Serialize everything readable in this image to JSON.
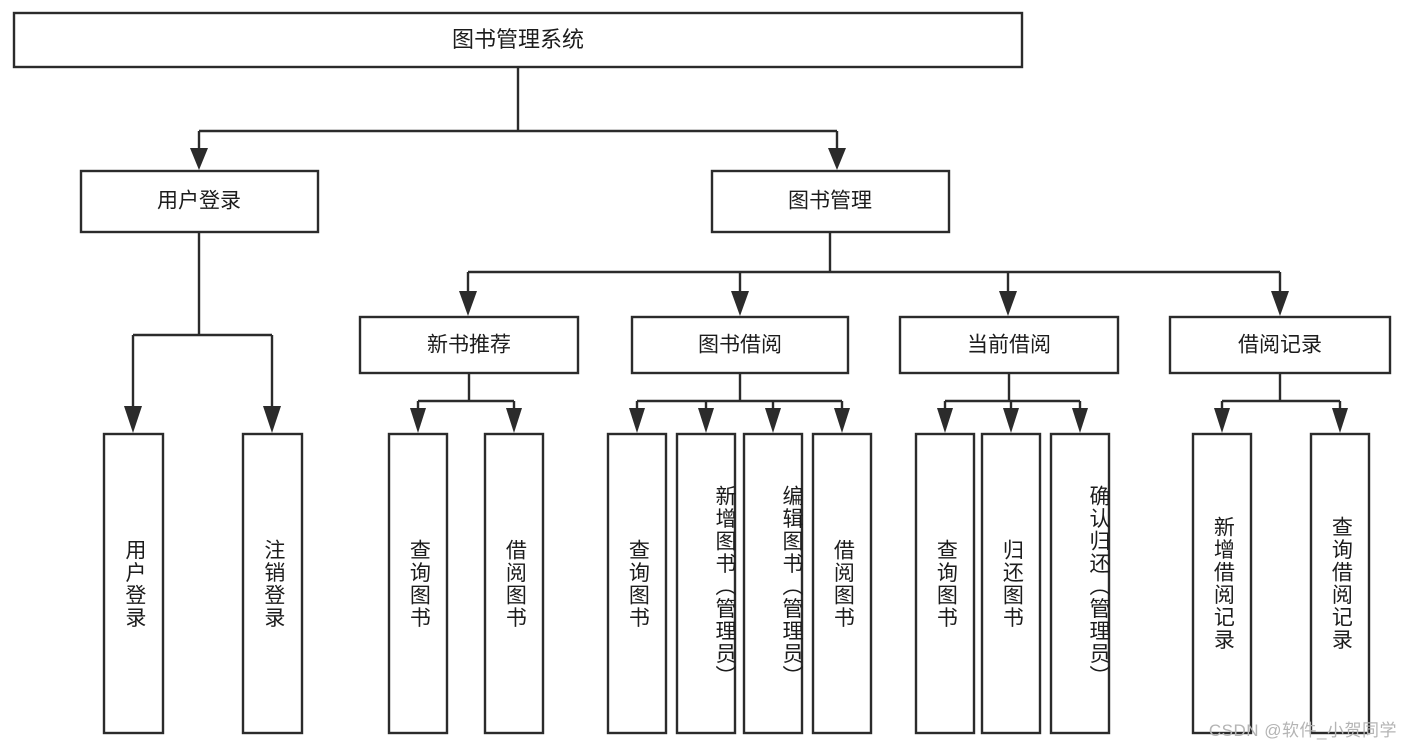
{
  "diagram": {
    "type": "tree",
    "root": {
      "label": "图书管理系统"
    },
    "level1": [
      {
        "label": "用户登录"
      },
      {
        "label": "图书管理"
      }
    ],
    "level2": [
      {
        "label": "新书推荐"
      },
      {
        "label": "图书借阅"
      },
      {
        "label": "当前借阅"
      },
      {
        "label": "借阅记录"
      }
    ],
    "leaves": {
      "user_login": [
        {
          "label": "用户登录"
        },
        {
          "label": "注销登录"
        }
      ],
      "new_book_recommend": [
        {
          "label": "查询图书"
        },
        {
          "label": "借阅图书"
        }
      ],
      "book_borrow": [
        {
          "label": "查询图书"
        },
        {
          "label": "新增图书（管理员）"
        },
        {
          "label": "编辑图书（管理员）"
        },
        {
          "label": "借阅图书"
        }
      ],
      "current_borrow": [
        {
          "label": "查询图书"
        },
        {
          "label": "归还图书"
        },
        {
          "label": "确认归还（管理员）"
        }
      ],
      "borrow_record": [
        {
          "label": "新增借阅记录"
        },
        {
          "label": "查询借阅记录"
        }
      ]
    }
  },
  "watermark": {
    "text": "CSDN @软件_小贺同学"
  },
  "colors": {
    "box_stroke": "#2b2b2b",
    "box_fill": "#ffffff",
    "text": "#1c1c1c",
    "watermark": "#b4b4b4",
    "background": "#ffffff"
  }
}
